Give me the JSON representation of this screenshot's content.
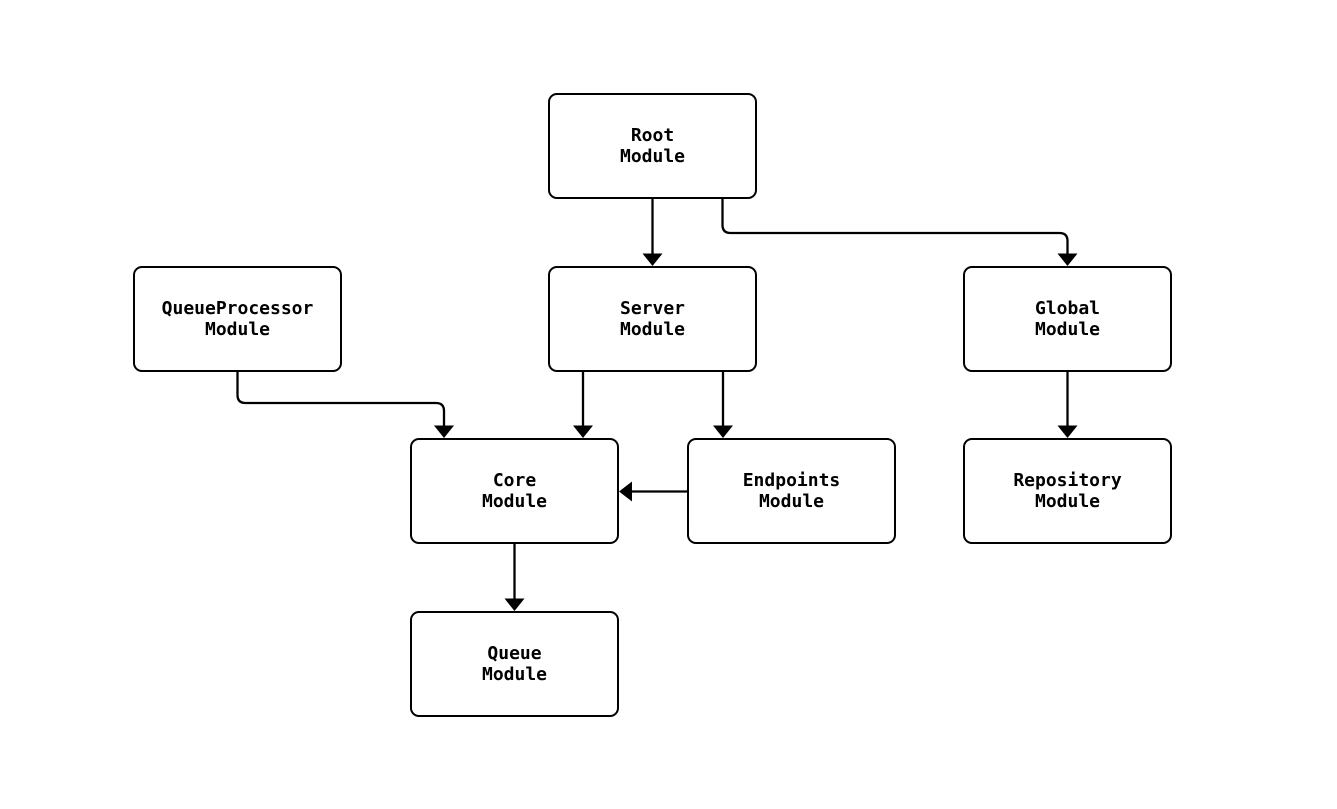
{
  "diagram": {
    "type": "flowchart-module-dependencies",
    "background_color": "#ffffff",
    "node_fill_color": "#ffffff",
    "node_border_color": "#000000",
    "edge_color": "#000000",
    "text_color": "#000000",
    "nodes": [
      {
        "id": "root",
        "label": "Root\nModule"
      },
      {
        "id": "queueprocessor",
        "label": "QueueProcessor\nModule"
      },
      {
        "id": "server",
        "label": "Server\nModule"
      },
      {
        "id": "global",
        "label": "Global\nModule"
      },
      {
        "id": "core",
        "label": "Core\nModule"
      },
      {
        "id": "endpoints",
        "label": "Endpoints\nModule"
      },
      {
        "id": "repository",
        "label": "Repository\nModule"
      },
      {
        "id": "queue",
        "label": "Queue\nModule"
      }
    ],
    "edges": [
      {
        "from": "root",
        "to": "server"
      },
      {
        "from": "root",
        "to": "global"
      },
      {
        "from": "queueprocessor",
        "to": "core"
      },
      {
        "from": "server",
        "to": "core"
      },
      {
        "from": "server",
        "to": "endpoints"
      },
      {
        "from": "endpoints",
        "to": "core"
      },
      {
        "from": "core",
        "to": "queue"
      },
      {
        "from": "global",
        "to": "repository"
      }
    ]
  }
}
